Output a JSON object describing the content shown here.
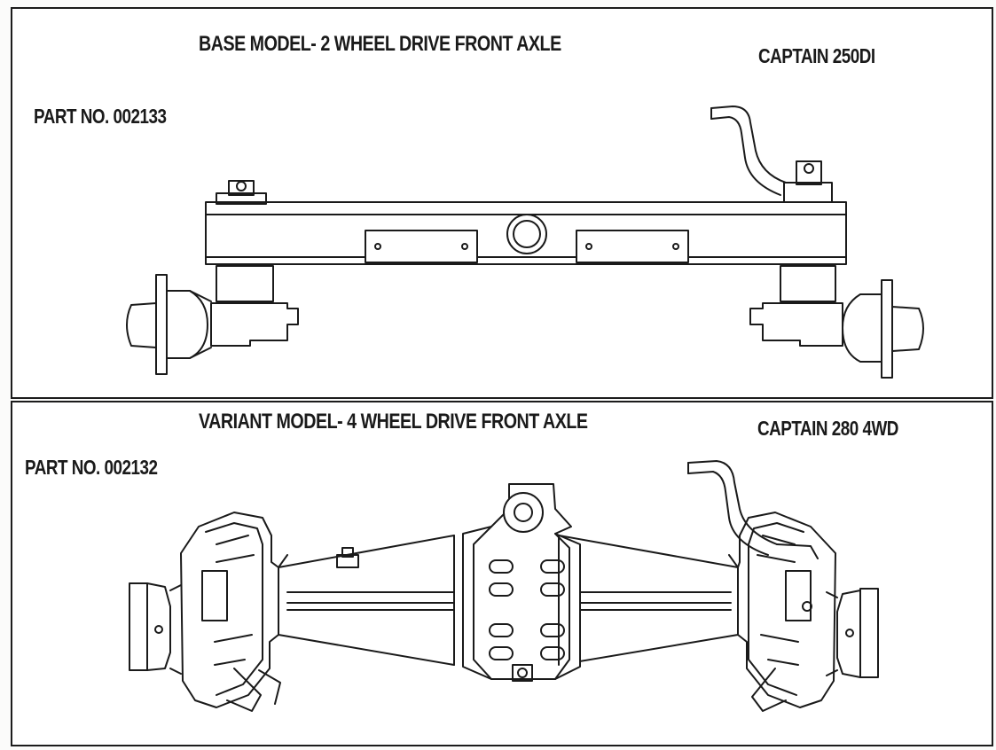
{
  "top_panel": {
    "title": "BASE MODEL- 2 WHEEL DRIVE FRONT AXLE",
    "model": "CAPTAIN 250DI",
    "part_no": "PART NO. 002133"
  },
  "bottom_panel": {
    "title": "VARIANT MODEL- 4 WHEEL DRIVE FRONT AXLE",
    "model": "CAPTAIN 280 4WD",
    "part_no": "PART NO. 002132"
  },
  "colors": {
    "line": "#1a1a1a",
    "background": "#ffffff"
  }
}
